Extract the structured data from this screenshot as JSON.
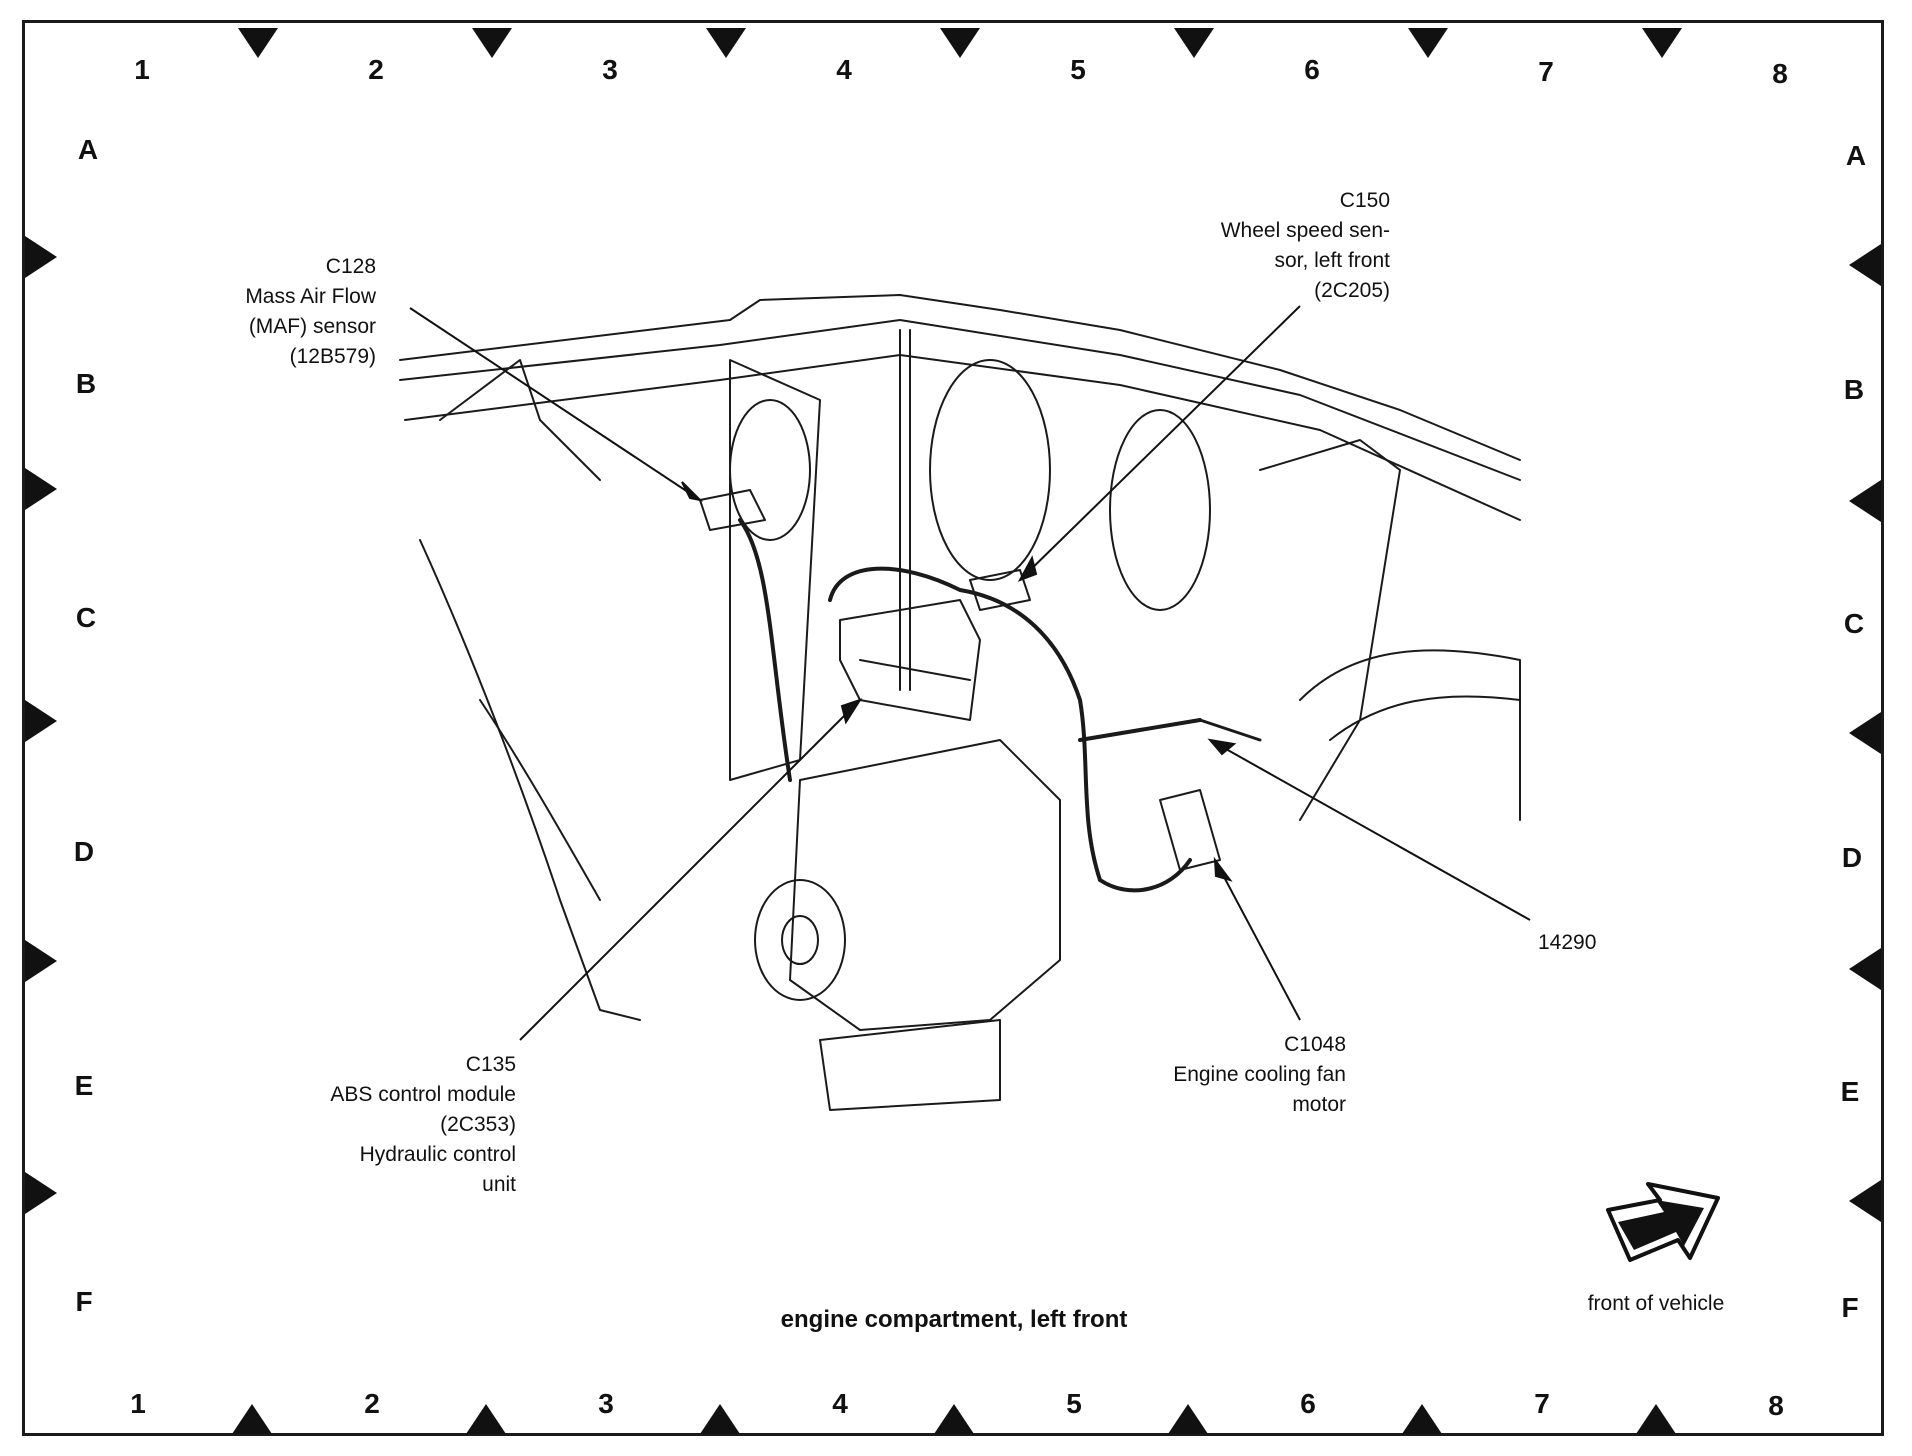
{
  "grid": {
    "columns": [
      "1",
      "2",
      "3",
      "4",
      "5",
      "6",
      "7",
      "8"
    ],
    "rows": [
      "A",
      "B",
      "C",
      "D",
      "E",
      "F"
    ]
  },
  "callouts": {
    "c128": {
      "id": "C128",
      "line1": "Mass Air Flow",
      "line2": "(MAF) sensor",
      "line3": "(12B579)"
    },
    "c150": {
      "id": "C150",
      "line1": "Wheel speed sen-",
      "line2": "sor, left front",
      "line3": "(2C205)"
    },
    "c135": {
      "id": "C135",
      "line1": "ABS control module",
      "line2": "(2C353)",
      "line3": "Hydraulic control",
      "line4": "unit"
    },
    "c1048": {
      "id": "C1048",
      "line1": "Engine cooling fan",
      "line2": "motor"
    },
    "w14290": {
      "id": "14290"
    }
  },
  "caption": "engine compartment, left front",
  "front_of_vehicle": "front of vehicle",
  "colors": {
    "ink": "#1a1a1a",
    "background": "#ffffff"
  },
  "icons": {
    "direction": "arrow-up-right-icon"
  }
}
